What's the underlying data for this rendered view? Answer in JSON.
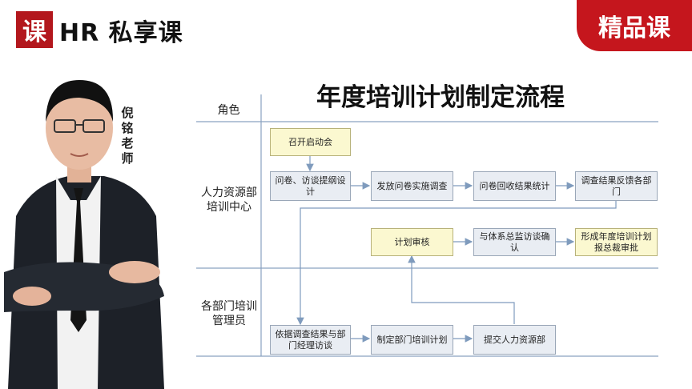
{
  "header": {
    "logo_char": "课",
    "brand": "HR 私享课",
    "badge": "精品课"
  },
  "presenter": {
    "label": "倪铭老师"
  },
  "diagram": {
    "title": "年度培训计划制定流程",
    "role_header": "角色",
    "lanes": [
      {
        "name": "人力资源部培训中心"
      },
      {
        "name": "各部门培训管理员"
      }
    ],
    "nodes": [
      {
        "id": "n1",
        "label": "召开启动会",
        "highlight": true
      },
      {
        "id": "n2",
        "label": "问卷、访谈提纲设计",
        "highlight": false
      },
      {
        "id": "n3",
        "label": "发放问卷实施调查",
        "highlight": false
      },
      {
        "id": "n4",
        "label": "问卷回收结果统计",
        "highlight": false
      },
      {
        "id": "n5",
        "label": "调查结果反馈各部门",
        "highlight": false
      },
      {
        "id": "n6",
        "label": "依据调查结果与部门经理访谈",
        "highlight": false
      },
      {
        "id": "n7",
        "label": "制定部门培训计划",
        "highlight": false
      },
      {
        "id": "n8",
        "label": "提交人力资源部",
        "highlight": false
      },
      {
        "id": "n9",
        "label": "计划审核",
        "highlight": true
      },
      {
        "id": "n10",
        "label": "与体系总监访谈确认",
        "highlight": false
      },
      {
        "id": "n11",
        "label": "形成年度培训计划报总裁审批",
        "highlight": true
      }
    ],
    "edges": [
      [
        "n1",
        "n2"
      ],
      [
        "n2",
        "n3"
      ],
      [
        "n3",
        "n4"
      ],
      [
        "n4",
        "n5"
      ],
      [
        "n5",
        "n6"
      ],
      [
        "n6",
        "n7"
      ],
      [
        "n7",
        "n8"
      ],
      [
        "n8",
        "n9"
      ],
      [
        "n9",
        "n10"
      ],
      [
        "n10",
        "n11"
      ]
    ],
    "colors": {
      "line": "#7f9bbd",
      "box_fill": "#e9edf3",
      "highlight_fill": "#fbf8d0",
      "accent": "#c5161d"
    }
  }
}
